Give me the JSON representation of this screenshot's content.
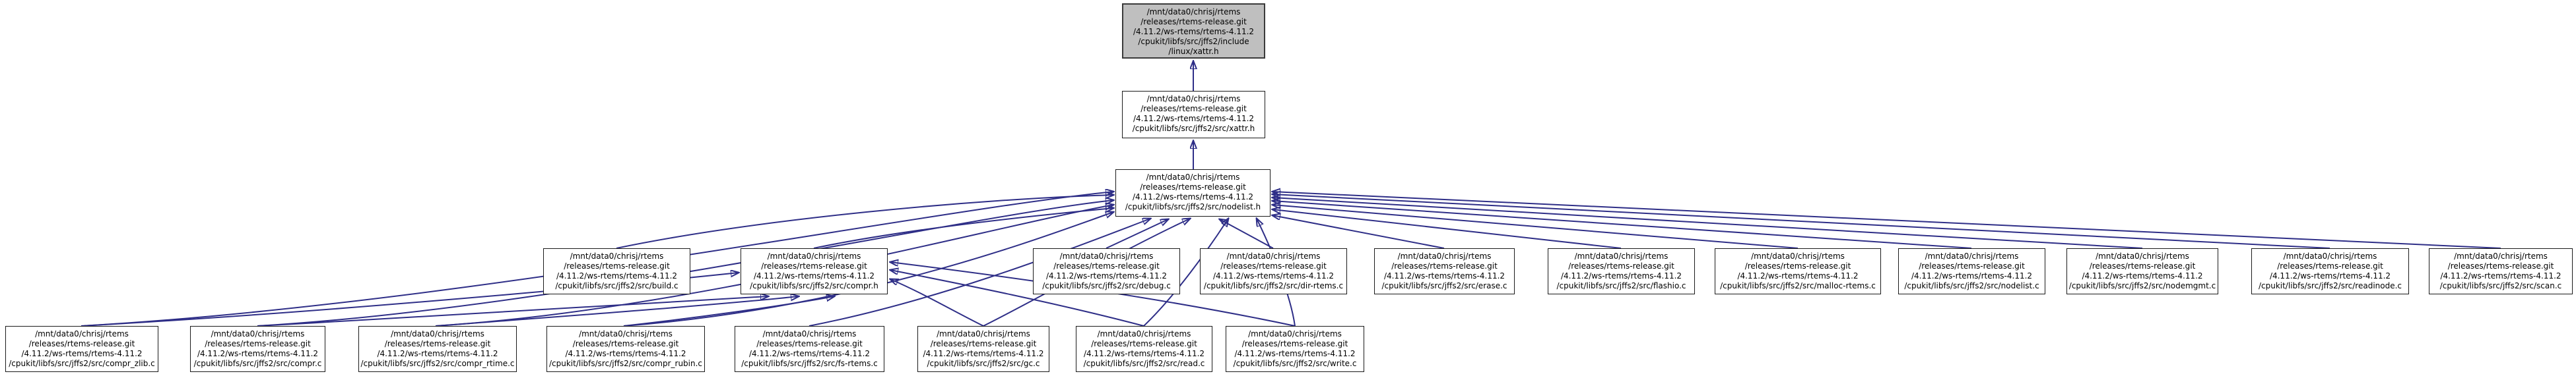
{
  "graph": {
    "colors": {
      "edge": "#191970",
      "node_fill": "#ffffff",
      "node_border": "#000000",
      "highlight_fill": "#bfbfbf",
      "background": "#ffffff"
    },
    "nodes": [
      {
        "id": "include-linux-xattr-h",
        "highlighted": true,
        "label": "/mnt/data0/chrisj/rtems\n/releases/rtems-release.git\n/4.11.2/ws-rtems/rtems-4.11.2\n/cpukit/libfs/src/jffs2/include\n/linux/xattr.h"
      },
      {
        "id": "src-xattr-h",
        "label": "/mnt/data0/chrisj/rtems\n/releases/rtems-release.git\n/4.11.2/ws-rtems/rtems-4.11.2\n/cpukit/libfs/src/jffs2/src/xattr.h"
      },
      {
        "id": "src-nodelist-h",
        "label": "/mnt/data0/chrisj/rtems\n/releases/rtems-release.git\n/4.11.2/ws-rtems/rtems-4.11.2\n/cpukit/libfs/src/jffs2/src/nodelist.h"
      },
      {
        "id": "build-c",
        "label": "/mnt/data0/chrisj/rtems\n/releases/rtems-release.git\n/4.11.2/ws-rtems/rtems-4.11.2\n/cpukit/libfs/src/jffs2/src/build.c"
      },
      {
        "id": "compr-h",
        "label": "/mnt/data0/chrisj/rtems\n/releases/rtems-release.git\n/4.11.2/ws-rtems/rtems-4.11.2\n/cpukit/libfs/src/jffs2/src/compr.h"
      },
      {
        "id": "debug-c",
        "label": "/mnt/data0/chrisj/rtems\n/releases/rtems-release.git\n/4.11.2/ws-rtems/rtems-4.11.2\n/cpukit/libfs/src/jffs2/src/debug.c"
      },
      {
        "id": "dir-rtems-c",
        "label": "/mnt/data0/chrisj/rtems\n/releases/rtems-release.git\n/4.11.2/ws-rtems/rtems-4.11.2\n/cpukit/libfs/src/jffs2/src/dir-rtems.c"
      },
      {
        "id": "erase-c",
        "label": "/mnt/data0/chrisj/rtems\n/releases/rtems-release.git\n/4.11.2/ws-rtems/rtems-4.11.2\n/cpukit/libfs/src/jffs2/src/erase.c"
      },
      {
        "id": "flashio-c",
        "label": "/mnt/data0/chrisj/rtems\n/releases/rtems-release.git\n/4.11.2/ws-rtems/rtems-4.11.2\n/cpukit/libfs/src/jffs2/src/flashio.c"
      },
      {
        "id": "malloc-rtems-c",
        "label": "/mnt/data0/chrisj/rtems\n/releases/rtems-release.git\n/4.11.2/ws-rtems/rtems-4.11.2\n/cpukit/libfs/src/jffs2/src/malloc-rtems.c"
      },
      {
        "id": "nodelist-c",
        "label": "/mnt/data0/chrisj/rtems\n/releases/rtems-release.git\n/4.11.2/ws-rtems/rtems-4.11.2\n/cpukit/libfs/src/jffs2/src/nodelist.c"
      },
      {
        "id": "nodemgmt-c",
        "label": "/mnt/data0/chrisj/rtems\n/releases/rtems-release.git\n/4.11.2/ws-rtems/rtems-4.11.2\n/cpukit/libfs/src/jffs2/src/nodemgmt.c"
      },
      {
        "id": "readinode-c",
        "label": "/mnt/data0/chrisj/rtems\n/releases/rtems-release.git\n/4.11.2/ws-rtems/rtems-4.11.2\n/cpukit/libfs/src/jffs2/src/readinode.c"
      },
      {
        "id": "scan-c",
        "label": "/mnt/data0/chrisj/rtems\n/releases/rtems-release.git\n/4.11.2/ws-rtems/rtems-4.11.2\n/cpukit/libfs/src/jffs2/src/scan.c"
      },
      {
        "id": "compr-zlib-c",
        "label": "/mnt/data0/chrisj/rtems\n/releases/rtems-release.git\n/4.11.2/ws-rtems/rtems-4.11.2\n/cpukit/libfs/src/jffs2/src/compr_zlib.c"
      },
      {
        "id": "compr-c",
        "label": "/mnt/data0/chrisj/rtems\n/releases/rtems-release.git\n/4.11.2/ws-rtems/rtems-4.11.2\n/cpukit/libfs/src/jffs2/src/compr.c"
      },
      {
        "id": "compr-rtime-c",
        "label": "/mnt/data0/chrisj/rtems\n/releases/rtems-release.git\n/4.11.2/ws-rtems/rtems-4.11.2\n/cpukit/libfs/src/jffs2/src/compr_rtime.c"
      },
      {
        "id": "compr-rubin-c",
        "label": "/mnt/data0/chrisj/rtems\n/releases/rtems-release.git\n/4.11.2/ws-rtems/rtems-4.11.2\n/cpukit/libfs/src/jffs2/src/compr_rubin.c"
      },
      {
        "id": "fs-rtems-c",
        "label": "/mnt/data0/chrisj/rtems\n/releases/rtems-release.git\n/4.11.2/ws-rtems/rtems-4.11.2\n/cpukit/libfs/src/jffs2/src/fs-rtems.c"
      },
      {
        "id": "gc-c",
        "label": "/mnt/data0/chrisj/rtems\n/releases/rtems-release.git\n/4.11.2/ws-rtems/rtems-4.11.2\n/cpukit/libfs/src/jffs2/src/gc.c"
      },
      {
        "id": "read-c",
        "label": "/mnt/data0/chrisj/rtems\n/releases/rtems-release.git\n/4.11.2/ws-rtems/rtems-4.11.2\n/cpukit/libfs/src/jffs2/src/read.c"
      },
      {
        "id": "write-c",
        "label": "/mnt/data0/chrisj/rtems\n/releases/rtems-release.git\n/4.11.2/ws-rtems/rtems-4.11.2\n/cpukit/libfs/src/jffs2/src/write.c"
      }
    ],
    "edges": [
      {
        "from": "src-xattr-h",
        "to": "include-linux-xattr-h"
      },
      {
        "from": "src-nodelist-h",
        "to": "src-xattr-h"
      },
      {
        "from": "build-c",
        "to": "src-nodelist-h"
      },
      {
        "from": "compr-h",
        "to": "src-nodelist-h"
      },
      {
        "from": "debug-c",
        "to": "src-nodelist-h"
      },
      {
        "from": "dir-rtems-c",
        "to": "src-nodelist-h"
      },
      {
        "from": "erase-c",
        "to": "src-nodelist-h"
      },
      {
        "from": "flashio-c",
        "to": "src-nodelist-h"
      },
      {
        "from": "malloc-rtems-c",
        "to": "src-nodelist-h"
      },
      {
        "from": "nodelist-c",
        "to": "src-nodelist-h"
      },
      {
        "from": "nodemgmt-c",
        "to": "src-nodelist-h"
      },
      {
        "from": "readinode-c",
        "to": "src-nodelist-h"
      },
      {
        "from": "scan-c",
        "to": "src-nodelist-h"
      },
      {
        "from": "compr-zlib-c",
        "to": "src-nodelist-h"
      },
      {
        "from": "compr-c",
        "to": "src-nodelist-h"
      },
      {
        "from": "compr-rtime-c",
        "to": "src-nodelist-h"
      },
      {
        "from": "compr-rubin-c",
        "to": "src-nodelist-h"
      },
      {
        "from": "fs-rtems-c",
        "to": "src-nodelist-h"
      },
      {
        "from": "gc-c",
        "to": "src-nodelist-h"
      },
      {
        "from": "read-c",
        "to": "src-nodelist-h"
      },
      {
        "from": "write-c",
        "to": "src-nodelist-h"
      },
      {
        "from": "compr-zlib-c",
        "to": "compr-h"
      },
      {
        "from": "compr-c",
        "to": "compr-h"
      },
      {
        "from": "compr-rtime-c",
        "to": "compr-h"
      },
      {
        "from": "compr-rubin-c",
        "to": "compr-h"
      },
      {
        "from": "gc-c",
        "to": "compr-h"
      },
      {
        "from": "read-c",
        "to": "compr-h"
      },
      {
        "from": "write-c",
        "to": "compr-h"
      }
    ]
  }
}
